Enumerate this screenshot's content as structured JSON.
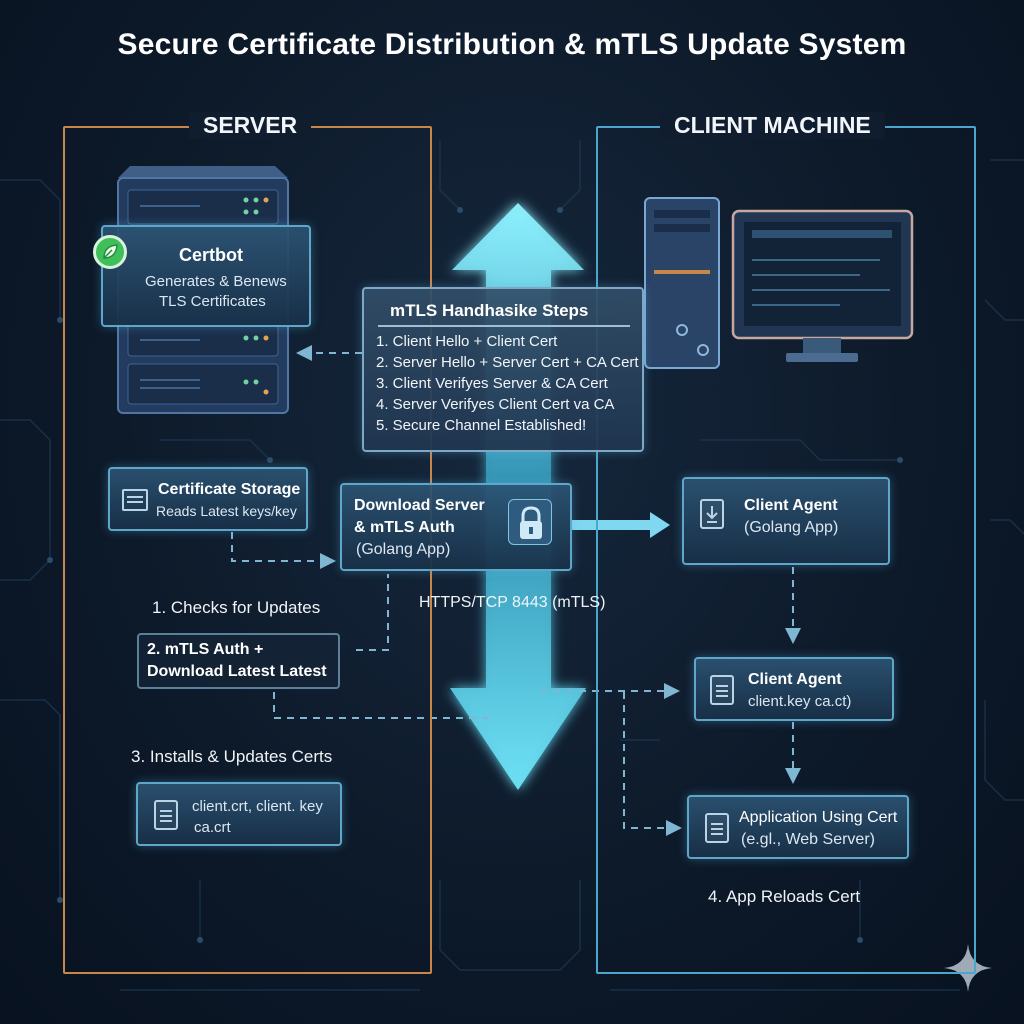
{
  "title": "Secure Certificate Distribution & mTLS Update System",
  "server": {
    "label": "SERVER",
    "certbot": {
      "title": "Certbot",
      "line1": "Generates & Benews",
      "line2": "TLS Certificates"
    },
    "storage": {
      "title": "Certificate Storage",
      "subtitle": "Reads Latest keys/key"
    },
    "step1": "1. Checks for Updates",
    "step2_line1": "2. mTLS Auth +",
    "step2_line2": "Download Latest Latest",
    "step3": "3. Installs & Updates Certs",
    "files": {
      "line1": "client.crt, client. key",
      "line2": "ca.crt"
    }
  },
  "handshake": {
    "title": "mTLS Handhasike Steps",
    "steps": [
      "1.  Client Hello + Client Cert",
      "2.  Server Hello + Server Cert + CA Cert",
      "3.  Client Verifyes Server & CA Cert",
      "4.  Server Verifyes Client Cert va CA",
      "5.  Secure Channel Established!"
    ]
  },
  "download_server": {
    "line1": "Download Server",
    "line2": "& mTLS Auth",
    "line3": "(Golang App)"
  },
  "protocol": "HTTPS/TCP 8443 (mTLS)",
  "client": {
    "label": "CLIENT MACHINE",
    "agent1": {
      "title": "Client Agent",
      "subtitle": "(Golang App)"
    },
    "agent2": {
      "title": "Client Agent",
      "subtitle": "client.key ca.ct)"
    },
    "app": {
      "title": "Application Using Cert",
      "subtitle": "(e.gl., Web Server)"
    },
    "step4": "4. App Reloads Cert"
  },
  "colors": {
    "server_border": "#c9864a",
    "client_border": "#4aa6cc",
    "arrow": "#6fe3f7",
    "box_border": "#5fa7c9",
    "certbot_leaf": "#3fbf5a"
  }
}
